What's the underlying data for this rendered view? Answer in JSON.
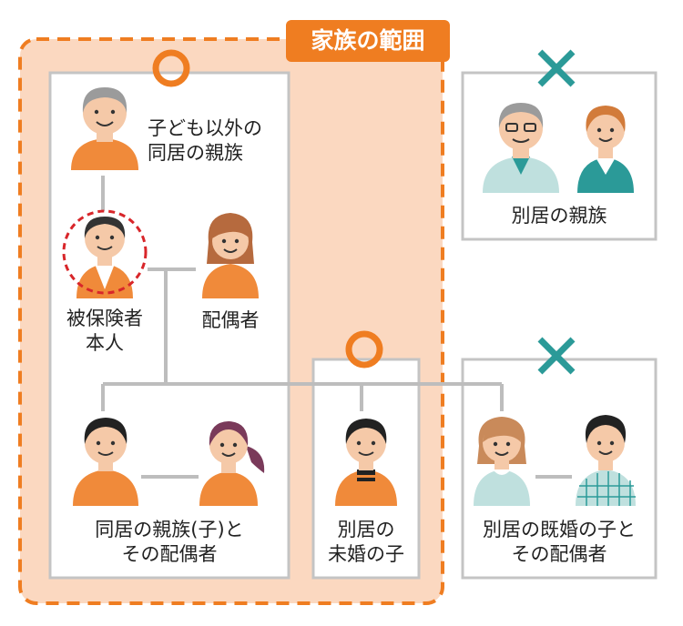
{
  "family_range_label": "家族の範囲",
  "labels": {
    "other_relatives": [
      "子ども以外の",
      "同居の親族"
    ],
    "insured_person": [
      "被保険者",
      "本人"
    ],
    "spouse": "配偶者",
    "separate_relatives": "別居の親族",
    "cohabiting_child": [
      "同居の親族(子)と",
      "その配偶者"
    ],
    "separate_unmarried_child": [
      "別居の",
      "未婚の子"
    ],
    "separate_married_child": [
      "別居の既婚の子と",
      "その配偶者"
    ]
  },
  "marks": {
    "included": "circle-icon",
    "excluded": "cross-icon"
  },
  "colors": {
    "orange": "#ef7d21",
    "peach_background": "#fbd8c0",
    "box_border": "#c4c4c4",
    "teal": "#2b9a98",
    "insured_highlight": "#d8262a"
  }
}
